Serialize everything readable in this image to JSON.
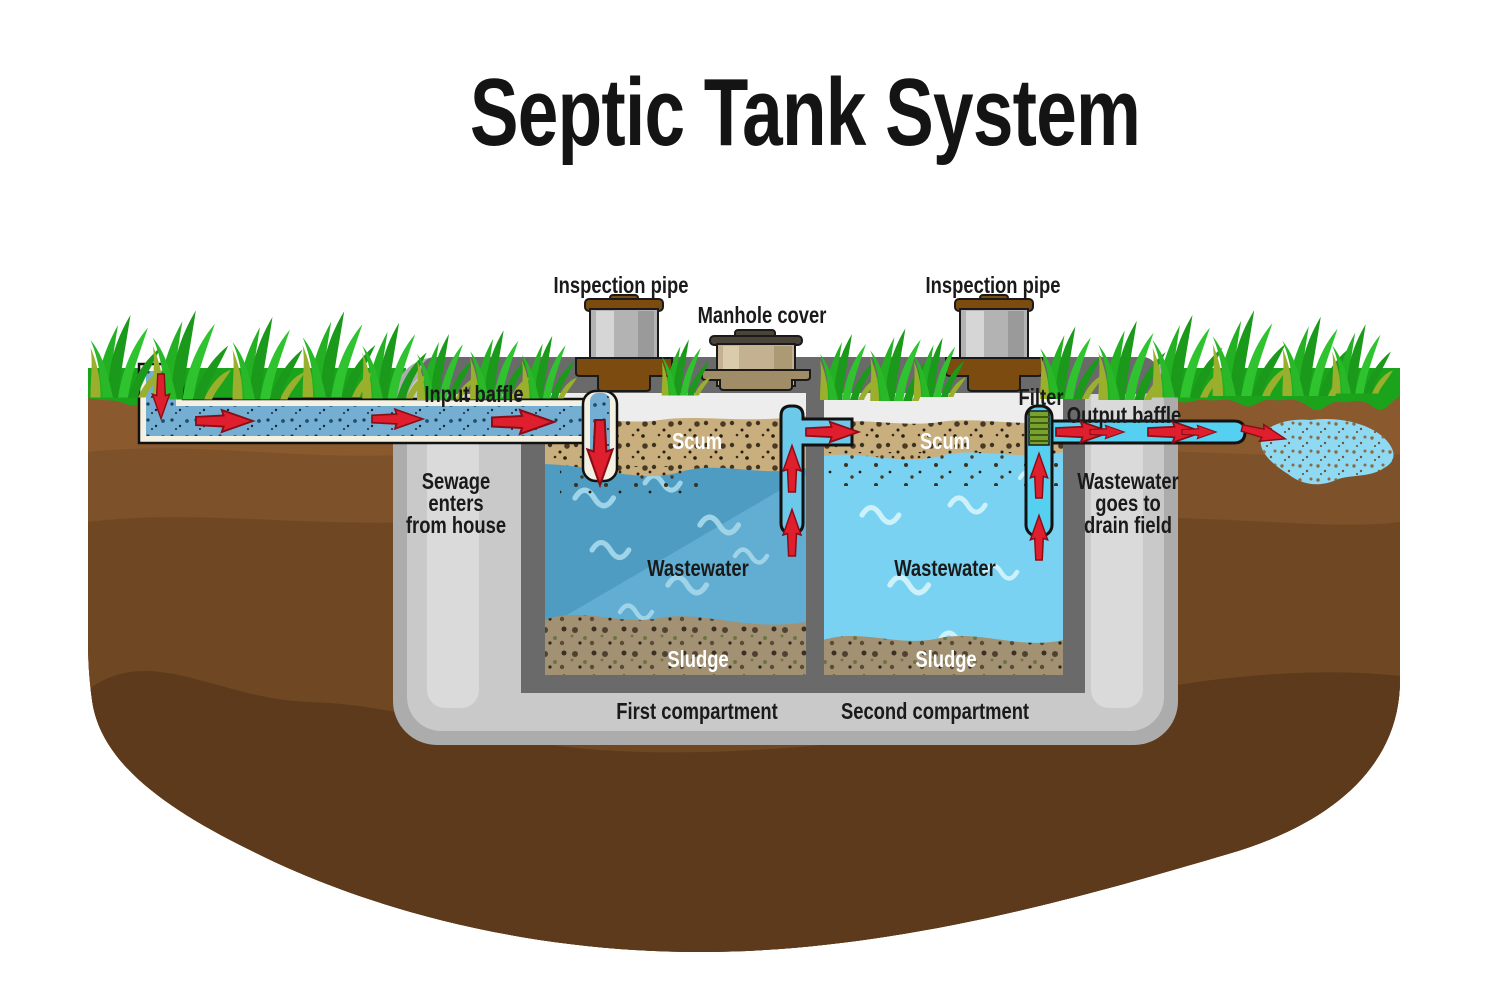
{
  "title": "Septic Tank System",
  "surface": {
    "inspection_pipe_left": "Inspection pipe",
    "manhole_cover": "Manhole cover",
    "inspection_pipe_right": "Inspection pipe"
  },
  "tank": {
    "input_baffle": "Input baffle",
    "filter": "Filter",
    "output_baffle": "Output baffle",
    "first_compartment_label": "First compartment",
    "second_compartment_label": "Second compartment",
    "first": {
      "scum": "Scum",
      "wastewater": "Wastewater",
      "sludge": "Sludge"
    },
    "second": {
      "scum": "Scum",
      "wastewater": "Wastewater",
      "sludge": "Sludge"
    }
  },
  "flow": {
    "inlet_lines": [
      "Sewage",
      "enters",
      "from house"
    ],
    "outlet_lines": [
      "Wastewater",
      "goes to",
      "drain field"
    ]
  },
  "colors": {
    "arrow_red": "#df1f2d",
    "grass_green": "#1ba31b",
    "soil_top_brown": "#8a5a2e",
    "soil_dark_brown": "#5d3a1b",
    "tank_outer_gray": "#acacac",
    "tank_inner_gray": "#c9c9c9",
    "tank_lid_gray": "#6a6a6a",
    "wastewater_first_blue": "#4f9cc3",
    "wastewater_second_blue": "#79d2f1",
    "scum_tan": "#c9ae7e",
    "sludge_brown": "#a29172",
    "sewage_pipe_blue": "#74aed2",
    "clean_pipe_cyan": "#55d0f0",
    "pipe_casing_cream": "#f4f0e2",
    "filter_green": "#7aa12e",
    "inspection_cap_brown": "#7c4b10",
    "manhole_tan": "#c3b191"
  }
}
